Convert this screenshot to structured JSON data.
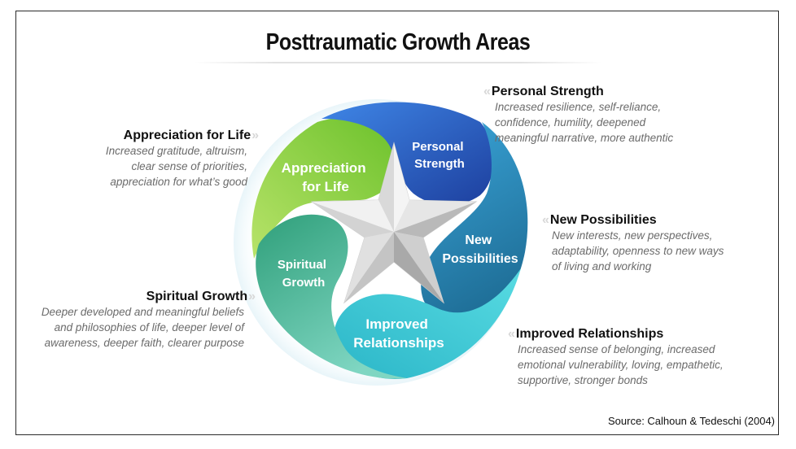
{
  "title": "Posttraumatic Growth Areas",
  "segments": {
    "personal_strength": "Personal\nStrength",
    "new_possibilities": "New\nPossibilities",
    "improved_relationships": "Improved\nRelationships",
    "spiritual_growth": "Spiritual\nGrowth",
    "appreciation_for_life": "Appreciation\nfor Life"
  },
  "callouts": {
    "personal_strength": {
      "heading": "Personal Strength",
      "lines": [
        "Increased resilience, self-reliance,",
        "confidence, humility, deepened",
        "meaningful narrative, more authentic"
      ]
    },
    "new_possibilities": {
      "heading": "New Possibilities",
      "lines": [
        "New interests, new perspectives,",
        "adaptability, openness to new ways",
        "of living and working"
      ]
    },
    "improved_relationships": {
      "heading": "Improved Relationships",
      "lines": [
        "Increased sense of belonging, increased",
        "emotional vulnerability, loving, empathetic,",
        "supportive, stronger bonds"
      ]
    },
    "appreciation_for_life": {
      "heading": "Appreciation for Life",
      "lines": [
        "Increased gratitude, altruism,",
        "clear sense of priorities,",
        "appreciation for what’s good"
      ]
    },
    "spiritual_growth": {
      "heading": "Spiritual Growth",
      "lines": [
        "Deeper developed and meaningful beliefs",
        "and philosophies of life, deeper level of",
        "awareness, deeper faith, clearer purpose"
      ]
    }
  },
  "source": "Source: Calhoun & Tedeschi (2004)",
  "colors": {
    "personal_strength": "#2a5dc4",
    "new_possibilities": "#2a8cc0",
    "improved_relationships": "#3cc6d6",
    "spiritual_growth": "#2eae8a",
    "appreciation_for_life": "#8cd22e"
  }
}
